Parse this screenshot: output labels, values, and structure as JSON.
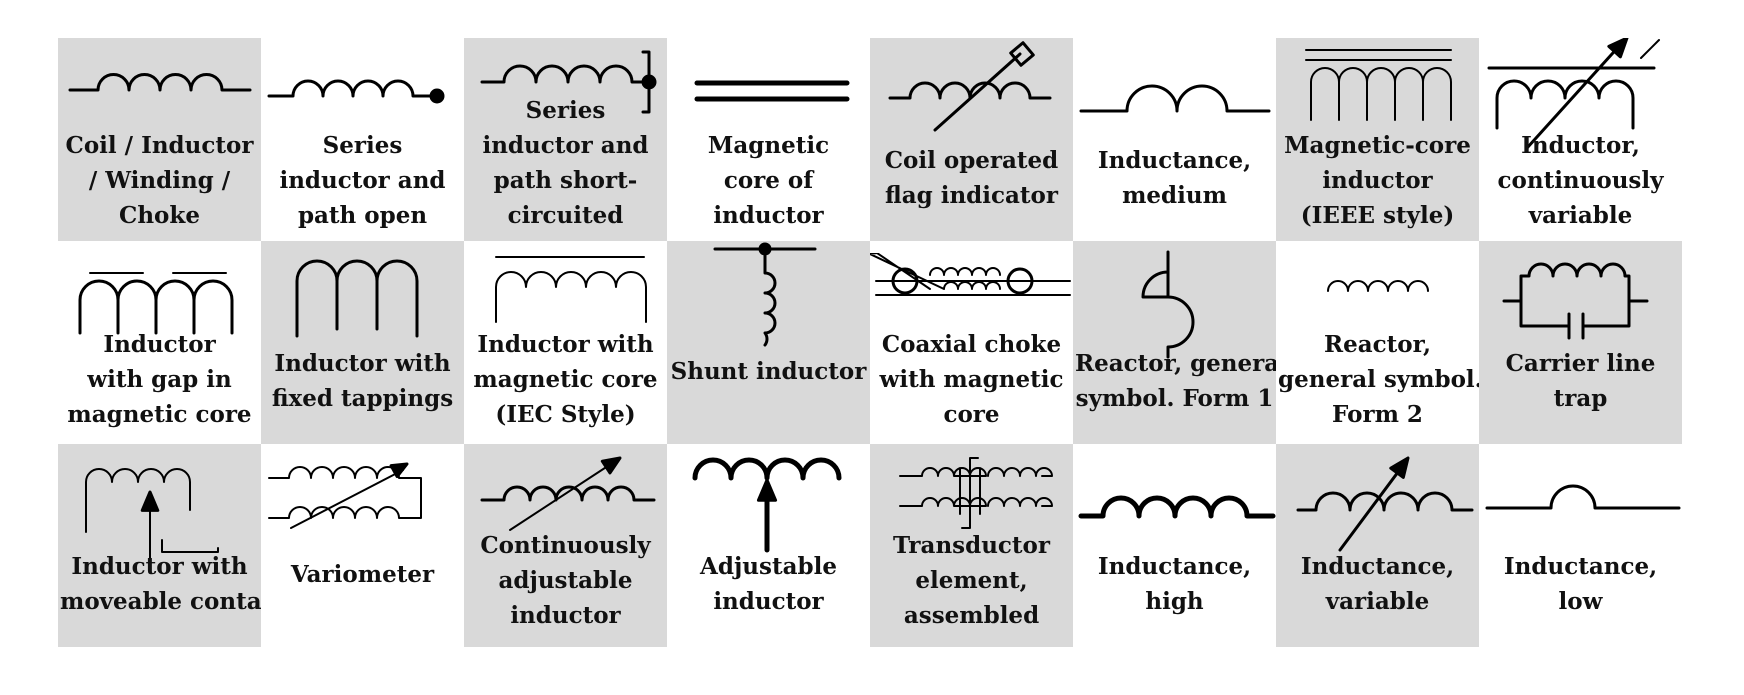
{
  "cells": [
    {
      "label": [
        "Coil / Inductor",
        "/  Winding /",
        "Choke"
      ],
      "bg": "gray"
    },
    {
      "label": [
        "Series",
        "inductor and",
        "path open"
      ],
      "bg": "white"
    },
    {
      "label": [
        "Series",
        "inductor and",
        "path short-",
        "circuited"
      ],
      "bg": "gray"
    },
    {
      "label": [
        "Magnetic",
        "core of",
        "inductor"
      ],
      "bg": "white"
    },
    {
      "label": [
        "Coil operated",
        "flag indicator"
      ],
      "bg": "gray"
    },
    {
      "label": [
        "Inductance,",
        "medium"
      ],
      "bg": "white"
    },
    {
      "label": [
        "Magnetic-core",
        "inductor",
        "(IEEE style)"
      ],
      "bg": "gray"
    },
    {
      "label": [
        "Inductor,",
        "continuously",
        "variable"
      ],
      "bg": "white"
    },
    {
      "label": [
        "Inductor",
        "with gap in",
        "magnetic core"
      ],
      "bg": "white"
    },
    {
      "label": [
        "Inductor with",
        "fixed tappings"
      ],
      "bg": "gray"
    },
    {
      "label": [
        "Inductor with",
        "magnetic core",
        "(IEC Style)"
      ],
      "bg": "white"
    },
    {
      "label": [
        "Shunt inductor"
      ],
      "bg": "gray"
    },
    {
      "label": [
        "Coaxial choke",
        "with magnetic",
        "core"
      ],
      "bg": "white"
    },
    {
      "label": [
        "Reactor, general",
        "symbol. Form 1"
      ],
      "bg": "gray"
    },
    {
      "label": [
        "Reactor,",
        "general symbol.",
        "Form 2"
      ],
      "bg": "white"
    },
    {
      "label": [
        "Carrier line",
        "trap"
      ],
      "bg": "gray"
    },
    {
      "label": [
        "Inductor with",
        "moveable contact"
      ],
      "bg": "gray"
    },
    {
      "label": [
        "Variometer"
      ],
      "bg": "white"
    },
    {
      "label": [
        "Continuously",
        "adjustable",
        "inductor"
      ],
      "bg": "gray"
    },
    {
      "label": [
        "Adjustable",
        "inductor"
      ],
      "bg": "white"
    },
    {
      "label": [
        "Transductor",
        "element,",
        "assembled"
      ],
      "bg": "gray"
    },
    {
      "label": [
        "Inductance,",
        "high"
      ],
      "bg": "white"
    },
    {
      "label": [
        "Inductance,",
        "variable"
      ],
      "bg": "gray"
    },
    {
      "label": [
        "Inductance,",
        "low"
      ],
      "bg": "white"
    }
  ],
  "symbols": [
    "coil-icon",
    "series-inductor-open-icon",
    "series-inductor-shorted-icon",
    "magnetic-core-icon",
    "coil-flag-indicator-icon",
    "inductance-medium-icon",
    "magnetic-core-inductor-ieee-icon",
    "inductor-continuously-variable-icon",
    "inductor-gap-core-icon",
    "inductor-fixed-tappings-icon",
    "inductor-magnetic-core-iec-icon",
    "shunt-inductor-icon",
    "coaxial-choke-icon",
    "reactor-form1-icon",
    "reactor-form2-icon",
    "carrier-line-trap-icon",
    "inductor-moveable-contact-icon",
    "variometer-icon",
    "continuously-adjustable-inductor-icon",
    "adjustable-inductor-icon",
    "transductor-element-icon",
    "inductance-high-icon",
    "inductance-variable-icon",
    "inductance-low-icon"
  ]
}
